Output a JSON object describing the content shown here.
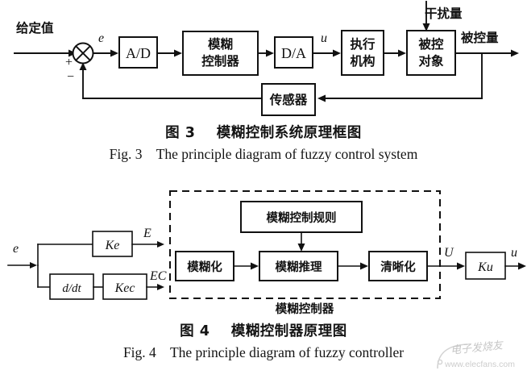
{
  "figure3": {
    "id": "fig3",
    "caption_cn": "图 3    模糊控制系统原理框图",
    "caption_en": "Fig. 3    The principle diagram of fuzzy control system",
    "input_label": "给定值",
    "sum_plus": "+",
    "sum_minus": "−",
    "error_label": "e",
    "blocks": [
      {
        "key": "ad",
        "label": "A/D",
        "kind": "latin"
      },
      {
        "key": "fuzzy_controller",
        "line1": "模糊",
        "line2": "控制器",
        "kind": "cn2"
      },
      {
        "key": "da",
        "label": "D/A",
        "kind": "latin"
      },
      {
        "key": "actuator",
        "line1": "执行",
        "line2": "机构",
        "kind": "cn2"
      },
      {
        "key": "plant",
        "line1": "被控",
        "line2": "对象",
        "kind": "cn2"
      },
      {
        "key": "sensor",
        "label": "传感器",
        "kind": "cn1"
      }
    ],
    "control_signal_label": "u",
    "disturbance_label": "干扰量",
    "output_label": "被控量"
  },
  "figure4": {
    "id": "fig4",
    "caption_cn": "图 4    模糊控制器原理图",
    "caption_en": "Fig. 4    The principle diagram of fuzzy controller",
    "input_label": "e",
    "derivative_label": "d/dt",
    "gain_e": "Ke",
    "gain_ec": "Kec",
    "signal_E": "E",
    "signal_EC": "EC",
    "blocks": [
      {
        "key": "fuzzification",
        "label": "模糊化"
      },
      {
        "key": "fuzzy_inference",
        "label": "模糊推理"
      },
      {
        "key": "fuzzy_rules",
        "label": "模糊控制规则"
      },
      {
        "key": "defuzzification",
        "label": "清晰化"
      }
    ],
    "signal_U": "U",
    "gain_u": "Ku",
    "output_label": "u",
    "dashed_group_label": "模糊控制器"
  },
  "watermark": {
    "brand_cn": "电子发烧友",
    "url": "www.elecfans.com"
  },
  "colors": {
    "ink": "#111111",
    "background": "#ffffff",
    "watermark_gray": "#9a9a9a"
  }
}
